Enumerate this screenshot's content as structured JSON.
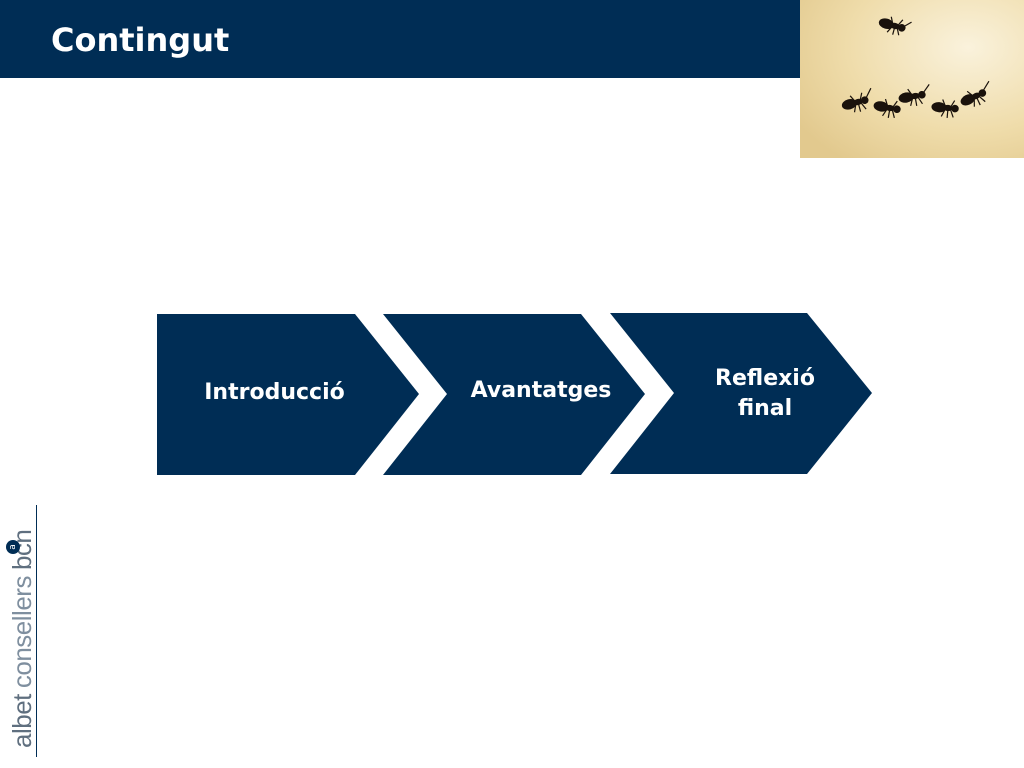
{
  "header": {
    "title": "Contingut"
  },
  "colors": {
    "primary": "#002d55",
    "background": "#ffffff",
    "photo_bg": "#efdca9"
  },
  "photo": {
    "subject": "ants-photo"
  },
  "process": {
    "steps": [
      {
        "label": "Introducció"
      },
      {
        "label": "Avantatges"
      },
      {
        "label": "Reflexió\nfinal"
      }
    ]
  },
  "brand": {
    "word1": "albet",
    "word2": "consellers",
    "word3": "bcn",
    "mark": "a"
  }
}
